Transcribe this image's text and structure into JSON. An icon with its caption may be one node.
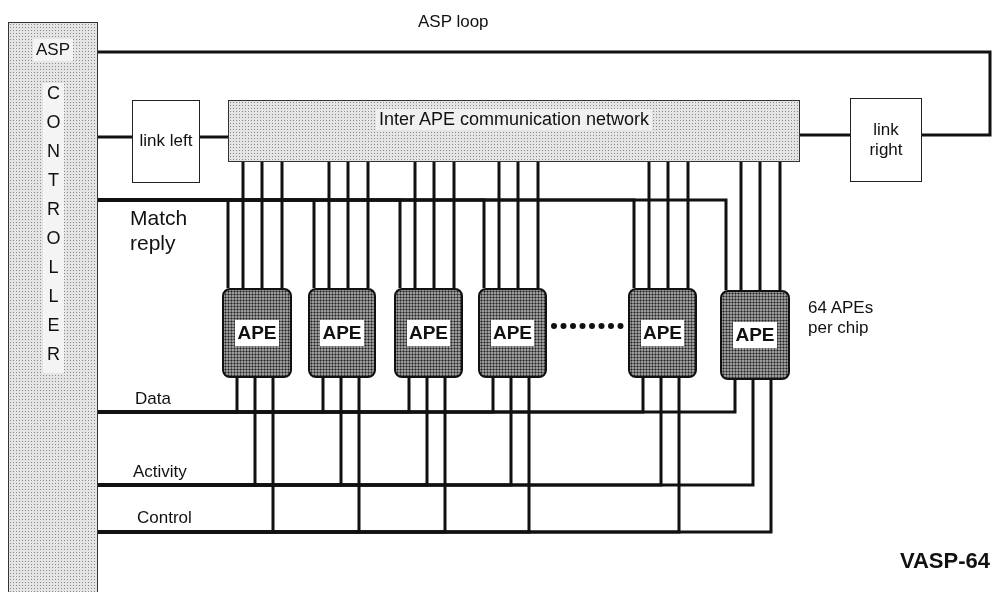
{
  "diagram": {
    "title": "VASP-64",
    "nodes": [
      {
        "text": [
          "ASP",
          "CONTROLLER"
        ]
      },
      {
        "text": [
          "link left"
        ]
      },
      {
        "text": [
          "Inter APE communication network"
        ]
      },
      {
        "text": [
          "link right"
        ]
      },
      {
        "text": [
          "APE"
        ]
      },
      {
        "text": [
          "APE"
        ]
      },
      {
        "text": [
          "APE"
        ]
      },
      {
        "text": [
          "APE"
        ]
      },
      {
        "text": [
          "APE"
        ]
      },
      {
        "text": [
          "APE"
        ],
        "beside": [
          "64 APEs per chip"
        ]
      }
    ],
    "edges": [
      {
        "from": 0,
        "to": 1,
        "arrow": "none"
      },
      {
        "from": 1,
        "to": 2,
        "arrow": "none"
      },
      {
        "from": 2,
        "to": 3,
        "arrow": "none"
      },
      {
        "from": 0,
        "to": 3,
        "arrow": "none",
        "label": "ASP loop"
      },
      {
        "from": 2,
        "to": 4,
        "arrow": "none"
      },
      {
        "from": 2,
        "to": 4,
        "arrow": "none"
      },
      {
        "from": 2,
        "to": 4,
        "arrow": "none"
      },
      {
        "from": 2,
        "to": 5,
        "arrow": "none"
      },
      {
        "from": 2,
        "to": 5,
        "arrow": "none"
      },
      {
        "from": 2,
        "to": 5,
        "arrow": "none"
      },
      {
        "from": 2,
        "to": 6,
        "arrow": "none"
      },
      {
        "from": 2,
        "to": 6,
        "arrow": "none"
      },
      {
        "from": 2,
        "to": 6,
        "arrow": "none"
      },
      {
        "from": 2,
        "to": 7,
        "arrow": "none"
      },
      {
        "from": 2,
        "to": 7,
        "arrow": "none"
      },
      {
        "from": 2,
        "to": 7,
        "arrow": "none"
      },
      {
        "from": 2,
        "to": 8,
        "arrow": "none"
      },
      {
        "from": 2,
        "to": 8,
        "arrow": "none"
      },
      {
        "from": 2,
        "to": 8,
        "arrow": "none"
      },
      {
        "from": 2,
        "to": 9,
        "arrow": "none"
      },
      {
        "from": 2,
        "to": 9,
        "arrow": "none"
      },
      {
        "from": 2,
        "to": 9,
        "arrow": "none"
      },
      {
        "from": 0,
        "to": 4,
        "arrow": "none",
        "label": "Match reply"
      },
      {
        "from": 0,
        "to": 5,
        "arrow": "none"
      },
      {
        "from": 0,
        "to": 6,
        "arrow": "none"
      },
      {
        "from": 0,
        "to": 7,
        "arrow": "none"
      },
      {
        "from": 0,
        "to": 8,
        "arrow": "none"
      },
      {
        "from": 0,
        "to": 9,
        "arrow": "none"
      },
      {
        "from": 0,
        "to": 4,
        "arrow": "none",
        "label": "Data"
      },
      {
        "from": 0,
        "to": 5,
        "arrow": "none"
      },
      {
        "from": 0,
        "to": 6,
        "arrow": "none"
      },
      {
        "from": 0,
        "to": 7,
        "arrow": "none"
      },
      {
        "from": 0,
        "to": 8,
        "arrow": "none"
      },
      {
        "from": 0,
        "to": 9,
        "arrow": "none"
      },
      {
        "from": 0,
        "to": 4,
        "arrow": "none",
        "label": "Activity"
      },
      {
        "from": 0,
        "to": 5,
        "arrow": "none"
      },
      {
        "from": 0,
        "to": 6,
        "arrow": "none"
      },
      {
        "from": 0,
        "to": 7,
        "arrow": "none"
      },
      {
        "from": 0,
        "to": 8,
        "arrow": "none"
      },
      {
        "from": 0,
        "to": 9,
        "arrow": "none"
      },
      {
        "from": 0,
        "to": 4,
        "arrow": "none",
        "label": "Control"
      },
      {
        "from": 0,
        "to": 5,
        "arrow": "none"
      },
      {
        "from": 0,
        "to": 6,
        "arrow": "none"
      },
      {
        "from": 0,
        "to": 7,
        "arrow": "none"
      },
      {
        "from": 0,
        "to": 8,
        "arrow": "none"
      },
      {
        "from": 0,
        "to": 9,
        "arrow": "none"
      }
    ]
  }
}
